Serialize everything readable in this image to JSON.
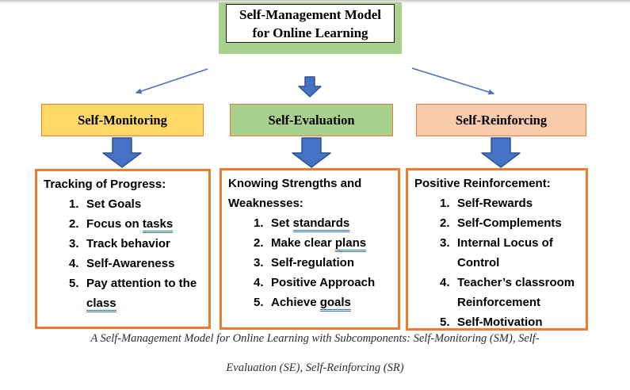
{
  "title_box": {
    "lines": [
      "Self-Management Model",
      "for Online Learning"
    ]
  },
  "colors": {
    "title_green": "#A9D18E",
    "orange_border": "#ED7D31",
    "arrow_blue": "#4472C4",
    "arrow_blue_dark": "#2F528F",
    "underline_blue": "#2E75B6"
  },
  "branches": [
    {
      "label": "Self-Monitoring",
      "fill": "#FFD966",
      "panel": {
        "heading": "Tracking of Progress:",
        "items": [
          {
            "num": "1.",
            "pre": "Set Goals",
            "u": "",
            "post": ""
          },
          {
            "num": "2.",
            "pre": "Focus on ",
            "u": "tasks",
            "post": ""
          },
          {
            "num": "3.",
            "pre": "Track behavior",
            "u": "",
            "post": ""
          },
          {
            "num": "4.",
            "pre": "Self-Awareness",
            "u": "",
            "post": ""
          },
          {
            "num": "5.",
            "pre": "Pay attention to the ",
            "u": "class",
            "post": ""
          }
        ]
      }
    },
    {
      "label": "Self-Evaluation",
      "fill": "#A9D18E",
      "panel": {
        "heading": "Knowing Strengths and Weaknesses:",
        "items": [
          {
            "num": "1.",
            "pre": "Set ",
            "u": "standards",
            "post": ""
          },
          {
            "num": "2.",
            "pre": "Make clear ",
            "u": "plans",
            "post": ""
          },
          {
            "num": "3.",
            "pre": "Self-regulation",
            "u": "",
            "post": ""
          },
          {
            "num": "4.",
            "pre": "Positive Approach",
            "u": "",
            "post": ""
          },
          {
            "num": "5.",
            "pre": "Achieve ",
            "u": "goals",
            "post": ""
          }
        ]
      }
    },
    {
      "label": "Self-Reinforcing",
      "fill": "#F8CBAD",
      "panel": {
        "heading": "Positive Reinforcement:",
        "items": [
          {
            "num": "1.",
            "pre": "Self-Rewards",
            "u": "",
            "post": ""
          },
          {
            "num": "2.",
            "pre": "Self-Complements",
            "u": "",
            "post": ""
          },
          {
            "num": "3.",
            "pre": "Internal Locus of Control",
            "u": "",
            "post": ""
          },
          {
            "num": "4.",
            "pre": "Teacher’s classroom Reinforcement",
            "u": "",
            "post": ""
          },
          {
            "num": "5.",
            "pre": "Self-Motivation",
            "u": "",
            "post": ""
          }
        ]
      }
    }
  ],
  "caption": {
    "line1": "A Self-Management Model for Online Learning with Subcomponents: Self-Monitoring (SM), Self-",
    "line2": "Evaluation (SE), Self-Reinforcing (SR)"
  }
}
